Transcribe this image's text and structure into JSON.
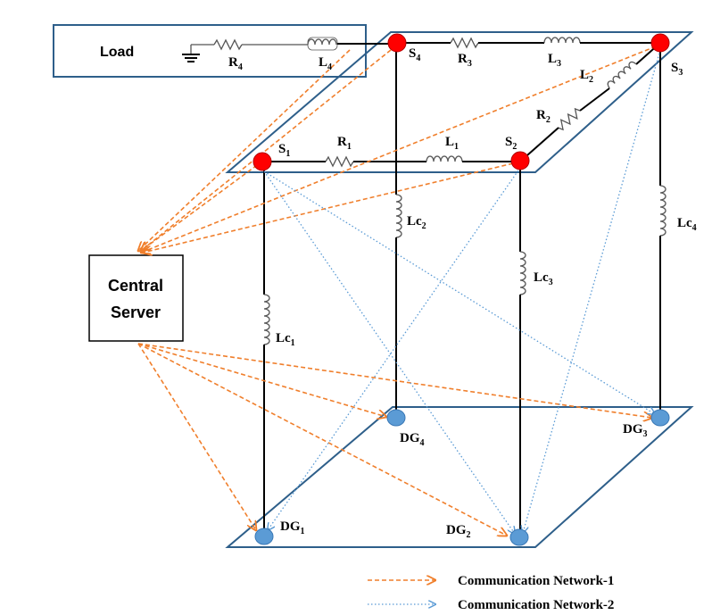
{
  "load": {
    "label": "Load"
  },
  "server": {
    "line1": "Central",
    "line2": "Server"
  },
  "components": {
    "R1": {
      "main": "R",
      "sub": "1"
    },
    "R2": {
      "main": "R",
      "sub": "2"
    },
    "R3": {
      "main": "R",
      "sub": "3"
    },
    "R4": {
      "main": "R",
      "sub": "4"
    },
    "L1": {
      "main": "L",
      "sub": "1"
    },
    "L2": {
      "main": "L",
      "sub": "2"
    },
    "L3": {
      "main": "L",
      "sub": "3"
    },
    "L4": {
      "main": "L",
      "sub": "4"
    },
    "Lc1": {
      "main": "Lc",
      "sub": "1"
    },
    "Lc2": {
      "main": "Lc",
      "sub": "2"
    },
    "Lc3": {
      "main": "Lc",
      "sub": "3"
    },
    "Lc4": {
      "main": "Lc",
      "sub": "4"
    }
  },
  "switches": {
    "S1": {
      "main": "S",
      "sub": "1"
    },
    "S2": {
      "main": "S",
      "sub": "2"
    },
    "S3": {
      "main": "S",
      "sub": "3"
    },
    "S4": {
      "main": "S",
      "sub": "4"
    }
  },
  "dgs": {
    "DG1": {
      "main": "DG",
      "sub": "1"
    },
    "DG2": {
      "main": "DG",
      "sub": "2"
    },
    "DG3": {
      "main": "DG",
      "sub": "3"
    },
    "DG4": {
      "main": "DG",
      "sub": "4"
    }
  },
  "legend": {
    "net1": "Communication Network-1",
    "net2": "Communication Network-2"
  },
  "colors": {
    "switch_node": "#ff0000",
    "dg_node": "#5b9bd5",
    "network1": "#f07f2c",
    "network2": "#5b9bd5",
    "plane_border": "#2e5f8a"
  }
}
